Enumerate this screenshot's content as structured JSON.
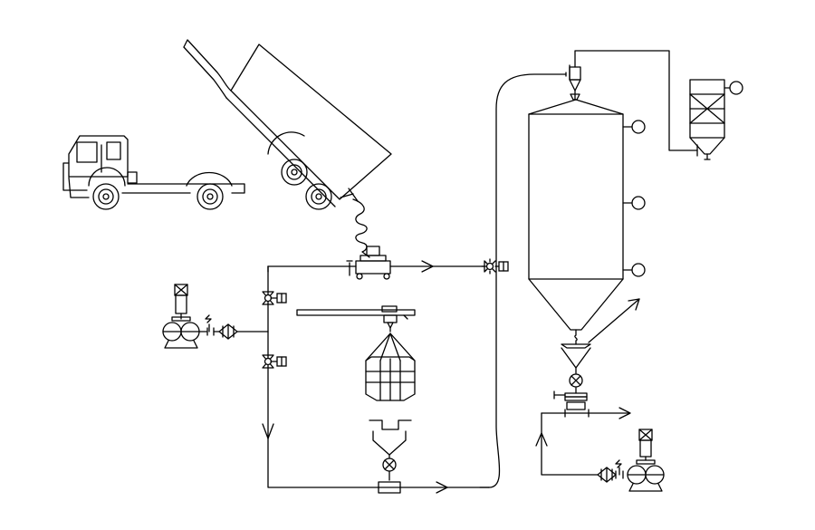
{
  "diagram": {
    "type": "pneumatic-conveying-process-flow",
    "colors": {
      "line": "#000000",
      "background": "#ffffff"
    },
    "components": [
      "truck-chassis",
      "tipping-container",
      "flexible-hose",
      "discharge-station",
      "blower-left",
      "blower-right",
      "overhead-rail",
      "bulk-bag",
      "bag-discharge-hopper",
      "rotary-valve",
      "diverter-valve",
      "storage-silo",
      "silo-cyclone",
      "dust-filter",
      "level-sensor",
      "silo-feed-hopper"
    ],
    "valves": [
      "butterfly-valve",
      "diverter-valve"
    ],
    "flow_arrows": 6
  }
}
